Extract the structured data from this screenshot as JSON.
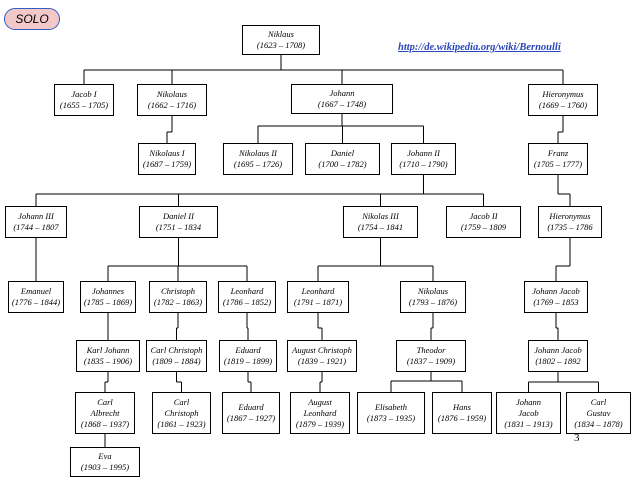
{
  "badge": "SOLO",
  "source_link": "http://de.wikipedia.org/wiki/Bernoulli",
  "page_number": "3",
  "nodes": [
    {
      "id": "niklaus",
      "lines": [
        "Niklaus",
        "(1623 – 1708)"
      ]
    },
    {
      "id": "jacob-i",
      "lines": [
        "Jacob I",
        "(1655 – 1705)"
      ]
    },
    {
      "id": "nikolaus",
      "lines": [
        "Nikolaus",
        "(1662 – 1716)"
      ]
    },
    {
      "id": "johann",
      "lines": [
        "Johann",
        "(1667 – 1748)"
      ]
    },
    {
      "id": "hieronymus",
      "lines": [
        "Hieronymus",
        "(1669 – 1760)"
      ]
    },
    {
      "id": "nikolaus-i",
      "lines": [
        "Nikolaus I",
        "(1687 – 1759)"
      ]
    },
    {
      "id": "nikolaus-ii",
      "lines": [
        "Nikolaus II",
        "(1695 – 1726)"
      ]
    },
    {
      "id": "daniel",
      "lines": [
        "Daniel",
        "(1700 – 1782)"
      ]
    },
    {
      "id": "johann-ii",
      "lines": [
        "Johann II",
        "(1710 – 1790)"
      ]
    },
    {
      "id": "franz",
      "lines": [
        "Franz",
        "(1705 – 1777)"
      ]
    },
    {
      "id": "johann-iii",
      "lines": [
        "Johann III",
        "(1744 – 1807"
      ]
    },
    {
      "id": "daniel-ii",
      "lines": [
        "Daniel II",
        "(1751 – 1834"
      ]
    },
    {
      "id": "nikolas-iii",
      "lines": [
        "Nikolas III",
        "(1754 – 1841"
      ]
    },
    {
      "id": "jacob-ii",
      "lines": [
        "Jacob II",
        "(1759 – 1809"
      ]
    },
    {
      "id": "hieronymus-2",
      "lines": [
        "Hieronymus",
        "(1735 – 1786"
      ]
    },
    {
      "id": "emanuel",
      "lines": [
        "Emanuel",
        "(1776 – 1844)"
      ]
    },
    {
      "id": "johannes",
      "lines": [
        "Johannes",
        "(1785 – 1869)"
      ]
    },
    {
      "id": "christoph",
      "lines": [
        "Christoph",
        "(1782 – 1863)"
      ]
    },
    {
      "id": "leonhard-1",
      "lines": [
        "Leonhard",
        "(1786 – 1852)"
      ]
    },
    {
      "id": "leonhard-2",
      "lines": [
        "Leonhard",
        "(1791 – 1871)"
      ]
    },
    {
      "id": "nikolaus-3",
      "lines": [
        "Nikolaus",
        "(1793 – 1876)"
      ]
    },
    {
      "id": "johann-jacob-1",
      "lines": [
        "Johann Jacob",
        "(1769 – 1853"
      ]
    },
    {
      "id": "karl-johann",
      "lines": [
        "Karl Johann",
        "(1835 – 1906)"
      ]
    },
    {
      "id": "carl-christoph",
      "lines": [
        "Carl Christoph",
        "(1809 – 1884)"
      ]
    },
    {
      "id": "eduard-1",
      "lines": [
        "Eduard",
        "(1819 – 1899)"
      ]
    },
    {
      "id": "august-christoph",
      "lines": [
        "August Christoph",
        "(1839 – 1921)"
      ]
    },
    {
      "id": "theodor",
      "lines": [
        "Theodor",
        "(1837 – 1909)"
      ]
    },
    {
      "id": "johann-jacob-2",
      "lines": [
        "Johann Jacob",
        "(1802 – 1892"
      ]
    },
    {
      "id": "carl-albrecht",
      "lines": [
        "Carl",
        "Albrecht",
        "(1868 – 1937)"
      ]
    },
    {
      "id": "carl-christoph-2",
      "lines": [
        "Carl",
        "Christoph",
        "(1861 – 1923)"
      ]
    },
    {
      "id": "eduard-2",
      "lines": [
        "Eduard",
        "(1867 – 1927)"
      ]
    },
    {
      "id": "august-leonhard",
      "lines": [
        "August",
        "Leonhard",
        "(1879 – 1939)"
      ]
    },
    {
      "id": "elisabeth",
      "lines": [
        "Elisabeth",
        "(1873 – 1935)"
      ]
    },
    {
      "id": "hans",
      "lines": [
        "Hans",
        "(1876 – 1959)"
      ]
    },
    {
      "id": "johann-jacob-3",
      "lines": [
        "Johann",
        "Jacob",
        "(1831 – 1913)"
      ]
    },
    {
      "id": "carl-gustav",
      "lines": [
        "Carl",
        "Gustav",
        "(1834 – 1878)"
      ]
    },
    {
      "id": "eva",
      "lines": [
        "Eva",
        "(1903 – 1995)"
      ]
    }
  ],
  "edges": [
    {
      "parent": "niklaus",
      "children": [
        "jacob-i",
        "nikolaus",
        "johann",
        "hieronymus"
      ]
    },
    {
      "parent": "nikolaus",
      "children": [
        "nikolaus-i"
      ]
    },
    {
      "parent": "johann",
      "children": [
        "nikolaus-ii",
        "daniel",
        "johann-ii"
      ]
    },
    {
      "parent": "hieronymus",
      "children": [
        "franz"
      ]
    },
    {
      "parent": "johann-ii",
      "children": [
        "johann-iii",
        "daniel-ii",
        "nikolas-iii",
        "jacob-ii"
      ]
    },
    {
      "parent": "franz",
      "children": [
        "hieronymus-2"
      ]
    },
    {
      "parent": "johann-iii",
      "children": [
        "emanuel"
      ]
    },
    {
      "parent": "daniel-ii",
      "children": [
        "johannes",
        "christoph",
        "leonhard-1"
      ]
    },
    {
      "parent": "nikolas-iii",
      "children": [
        "leonhard-2",
        "nikolaus-3"
      ]
    },
    {
      "parent": "hieronymus-2",
      "children": [
        "johann-jacob-1"
      ]
    },
    {
      "parent": "johannes",
      "children": [
        "karl-johann"
      ]
    },
    {
      "parent": "christoph",
      "children": [
        "carl-christoph"
      ]
    },
    {
      "parent": "leonhard-1",
      "children": [
        "eduard-1"
      ]
    },
    {
      "parent": "leonhard-2",
      "children": [
        "august-christoph"
      ]
    },
    {
      "parent": "nikolaus-3",
      "children": [
        "theodor"
      ]
    },
    {
      "parent": "johann-jacob-1",
      "children": [
        "johann-jacob-2"
      ]
    },
    {
      "parent": "karl-johann",
      "children": [
        "carl-albrecht"
      ]
    },
    {
      "parent": "carl-christoph",
      "children": [
        "carl-christoph-2"
      ]
    },
    {
      "parent": "eduard-1",
      "children": [
        "eduard-2"
      ]
    },
    {
      "parent": "august-christoph",
      "children": [
        "august-leonhard"
      ]
    },
    {
      "parent": "theodor",
      "children": [
        "elisabeth",
        "hans"
      ]
    },
    {
      "parent": "johann-jacob-2",
      "children": [
        "johann-jacob-3",
        "carl-gustav"
      ]
    },
    {
      "parent": "carl-albrecht",
      "children": [
        "eva"
      ]
    }
  ]
}
